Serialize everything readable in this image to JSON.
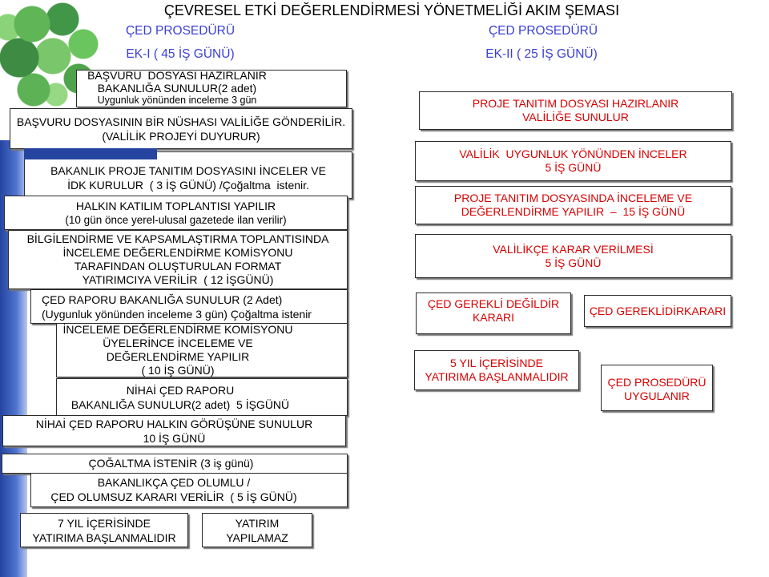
{
  "title": "ÇEVRESEL ETKİ DEĞERLENDİRMESİ YÖNETMELİĞİ AKIM ŞEMASI",
  "colors": {
    "heading": "#3a3fd6",
    "right_text": "#d70000",
    "left_text": "#000000",
    "box_border": "#2b2b2b",
    "decoration_blue": "#24449f",
    "decoration_green": "#4caa44"
  },
  "left": {
    "heading": "ÇED PROSEDÜRÜ",
    "subheading": "EK-I ( 45 İŞ GÜNÜ)",
    "steps": [
      {
        "lines": [
          "BAŞVURU  DOSYASI HAZIRLANIR",
          "BAKANLIĞA SUNULUR(2 adet)",
          "Uygunluk yönünden inceleme 3 gün"
        ]
      },
      {
        "lines": [
          "BAŞVURU DOSYASININ BİR NÜSHASI VALİLİĞE GÖNDERİLİR.",
          "(VALİLİK PROJEYİ DUYURUR)"
        ]
      },
      {
        "lines": [
          "BAKANLIK PROJE TANITIM DOSYASINI İNCELER VE",
          "İDK KURULUR  ( 3 İŞ GÜNÜ) /Çoğaltma  istenir."
        ]
      },
      {
        "lines": [
          "HALKIN KATILIM TOPLANTISI YAPILIR",
          "(10 gün önce yerel-ulusal gazetede ilan verilir)"
        ]
      },
      {
        "lines": [
          "BİLGİLENDİRME VE KAPSAMLAŞTIRMA TOPLANTISINDA",
          "İNCELEME DEĞERLENDİRME KOMİSYONU",
          "TARAFINDAN OLUŞTURULAN FORMAT",
          "YATIRIMCIYA VERİLİR  ( 12 İŞGÜNÜ)"
        ]
      },
      {
        "lines": [
          "ÇED RAPORU BAKANLIĞA SUNULUR (2 Adet)",
          "(Uygunluk yönünden inceleme 3 gün) Çoğaltma istenir"
        ]
      },
      {
        "lines": [
          "İNCELEME DEĞERLENDİRME KOMİSYONU",
          "ÜYELERİNCE İNCELEME VE",
          "DEĞERLENDİRME YAPILIR",
          "( 10 İŞ GÜNÜ)"
        ]
      },
      {
        "lines": [
          "NİHAİ ÇED RAPORU",
          "BAKANLIĞA SUNULUR(2 adet)  5 İŞGÜNÜ"
        ]
      },
      {
        "lines": [
          "NİHAİ ÇED RAPORU HALKIN GÖRÜŞÜNE SUNULUR",
          "10 İŞ GÜNÜ"
        ]
      },
      {
        "lines": [
          "ÇOĞALTMA İSTENİR (3 iş günü)"
        ]
      },
      {
        "lines": [
          "BAKANLIKÇA ÇED OLUMLU /",
          "ÇED OLUMSUZ KARARI VERİLİR  ( 5 İŞ GÜNÜ)"
        ]
      },
      {
        "lines": [
          "7 YIL İÇERİSİNDE",
          "YATIRIMA BAŞLANMALIDIR"
        ]
      },
      {
        "lines": [
          "YATIRIM",
          "YAPILAMAZ"
        ]
      }
    ]
  },
  "right": {
    "heading": "ÇED PROSEDÜRÜ",
    "subheading": "EK-II ( 25 İŞ GÜNÜ)",
    "steps": [
      {
        "lines": [
          "PROJE TANITIM DOSYASI HAZIRLANIR",
          "VALİLİĞE SUNULUR"
        ]
      },
      {
        "lines": [
          "VALİLİK  UYGUNLUK YÖNÜNDEN İNCELER",
          "5 İŞ GÜNÜ"
        ]
      },
      {
        "lines": [
          "PROJE TANITIM DOSYASINDA İNCELEME VE",
          "DEĞERLENDİRME YAPILIR  –  15 İŞ GÜNÜ"
        ]
      },
      {
        "lines": [
          "VALİLİKÇE KARAR VERİLMESİ",
          "5 İŞ GÜNÜ"
        ]
      },
      {
        "lines": [
          "ÇED GEREKLİ DEĞİLDİR",
          "KARARI"
        ]
      },
      {
        "lines": [
          "ÇED GEREKLİDİRKARARI"
        ]
      },
      {
        "lines": [
          "5 YIL İÇERİSİNDE",
          "YATIRIMA BAŞLANMALIDIR"
        ]
      },
      {
        "lines": [
          "ÇED PROSEDÜRÜ",
          "UYGULANIR"
        ]
      }
    ]
  }
}
